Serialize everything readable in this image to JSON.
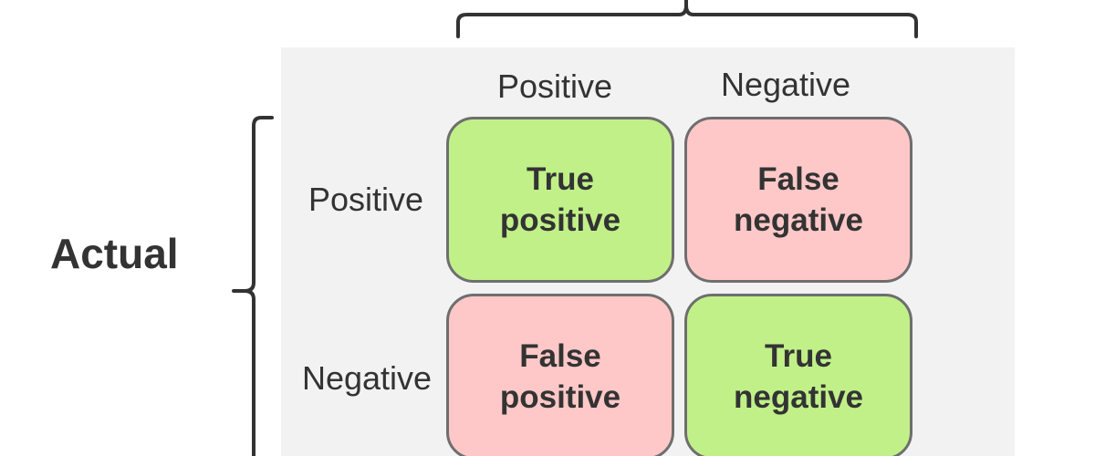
{
  "colors": {
    "panel_background": "#f2f2f2",
    "correct_cell": "#c1f089",
    "incorrect_cell": "#ffc8c8",
    "cell_border": "#6e6e6e",
    "text": "#333333"
  },
  "matrix": {
    "row_axis_title": "Actual",
    "column_headers": [
      "Positive",
      "Negative"
    ],
    "row_headers": [
      "Positive",
      "Negative"
    ],
    "cells": [
      {
        "label": "True\npositive",
        "kind": "correct"
      },
      {
        "label": "False\nnegative",
        "kind": "incorrect"
      },
      {
        "label": "False\npositive",
        "kind": "incorrect"
      },
      {
        "label": "True\nnegative",
        "kind": "correct"
      }
    ]
  }
}
